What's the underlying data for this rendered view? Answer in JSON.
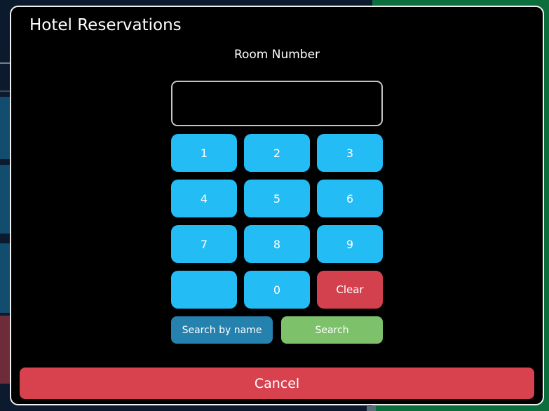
{
  "colors": {
    "backdrop_navy": "#0c1a2e",
    "backdrop_green": "#0b6e3c",
    "backdrop_row_blue": "#134d6d",
    "backdrop_row_red": "#6e2b3a",
    "modal_background": "#000000",
    "keypad_blue": "#24bcf5",
    "clear_red": "#d4414e",
    "search_by_name_blue": "#2581ae",
    "search_green": "#7dc26b",
    "cancel_red": "#d8424e"
  },
  "modal": {
    "title": "Hotel Reservations",
    "room_number": {
      "label": "Room Number",
      "value": "",
      "placeholder": ""
    },
    "keypad": {
      "keys": [
        {
          "label": "1",
          "type": "digit"
        },
        {
          "label": "2",
          "type": "digit"
        },
        {
          "label": "3",
          "type": "digit"
        },
        {
          "label": "4",
          "type": "digit"
        },
        {
          "label": "5",
          "type": "digit"
        },
        {
          "label": "6",
          "type": "digit"
        },
        {
          "label": "7",
          "type": "digit"
        },
        {
          "label": "8",
          "type": "digit"
        },
        {
          "label": "9",
          "type": "digit"
        },
        {
          "label": "",
          "type": "blank"
        },
        {
          "label": "0",
          "type": "digit"
        },
        {
          "label": "Clear",
          "type": "clear"
        }
      ]
    },
    "actions": {
      "search_by_name_label": "Search by name",
      "search_label": "Search"
    },
    "cancel_label": "Cancel"
  }
}
